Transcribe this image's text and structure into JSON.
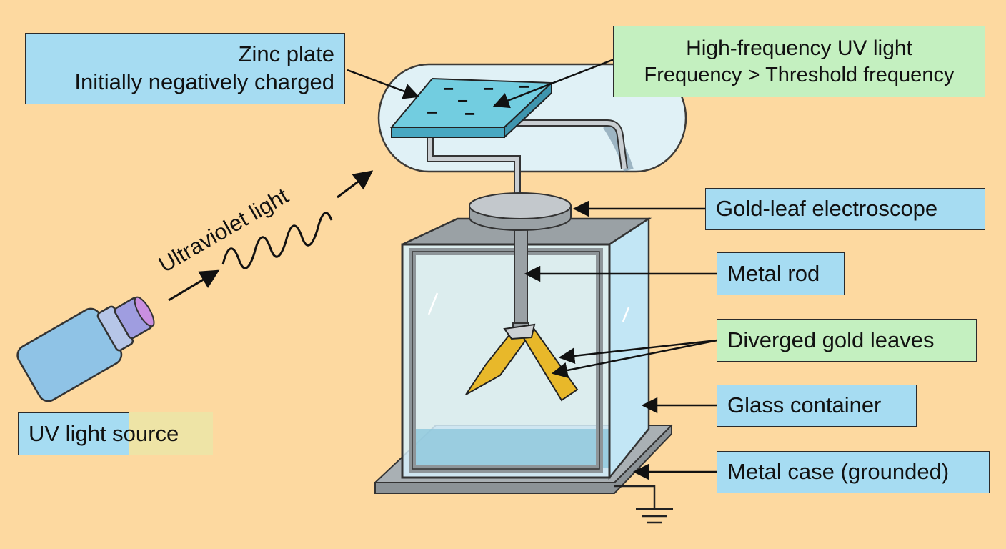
{
  "labels": {
    "zinc_plate": [
      "Zinc plate",
      "Initially negatively charged"
    ],
    "uv_high": [
      "High-frequency UV light",
      "Frequency > Threshold frequency"
    ],
    "electroscope": "Gold-leaf electroscope",
    "metal_rod": "Metal rod",
    "gold_leaves": "Diverged gold leaves",
    "glass_container": "Glass container",
    "metal_case": "Metal case (grounded)",
    "uv_source_a": "UV light ",
    "uv_source_b": "source",
    "ultraviolet": "Ultraviolet light"
  },
  "charges": "−",
  "colors": {
    "background": "#fdd9a0",
    "label_blue": "#a6dcf2",
    "label_green": "#c4f0c0",
    "label_yellow": "#eee4a6",
    "gold": "#e8b82a",
    "glass": "#d6f0fb",
    "metal": "#b8bcc0"
  }
}
